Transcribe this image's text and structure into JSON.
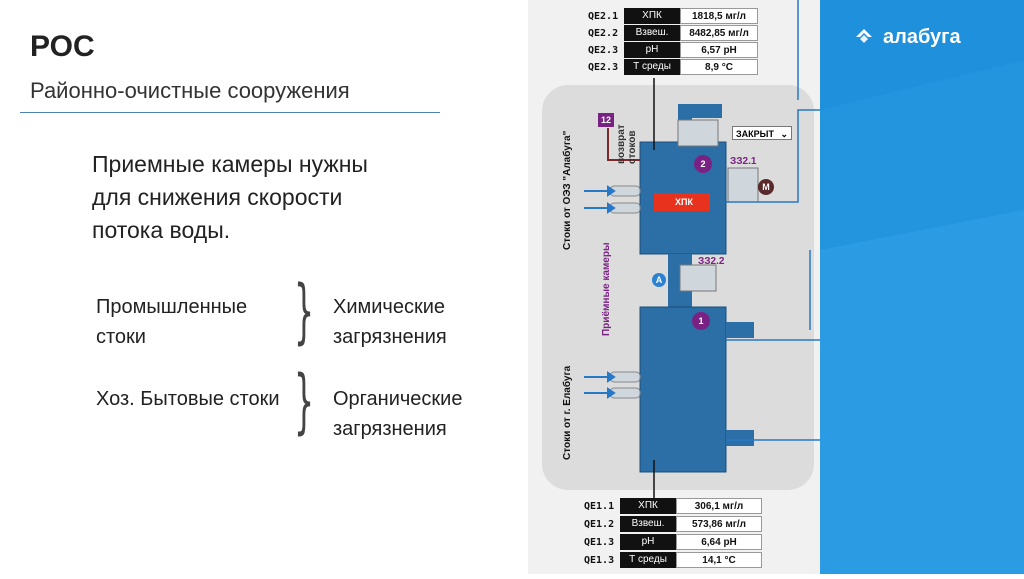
{
  "header": {
    "title": "РОС",
    "subtitle": "Районно-очистные сооружения"
  },
  "intro": "Приемные камеры нужны для снижения скорости потока воды.",
  "pairs": [
    {
      "source": "Промышленные стоки",
      "pollution": "Химические загрязнения"
    },
    {
      "source": "Хоз. Бытовые стоки",
      "pollution": "Органические загрязнения"
    }
  ],
  "logo": {
    "text": "алабуга"
  },
  "scheme": {
    "top_table": [
      {
        "id": "QE2.1",
        "param": "ХПК",
        "value": "1818,5 мг/л"
      },
      {
        "id": "QE2.2",
        "param": "Взвеш.",
        "value": "8482,85 мг/л"
      },
      {
        "id": "QE2.3",
        "param": "pH",
        "value": "6,57 pH"
      },
      {
        "id": "QE2.3",
        "param": "Т среды",
        "value": "8,9 °C"
      }
    ],
    "bottom_table": [
      {
        "id": "QE1.1",
        "param": "ХПК",
        "value": "306,1 мг/л"
      },
      {
        "id": "QE1.2",
        "param": "Взвеш.",
        "value": "573,86 мг/л"
      },
      {
        "id": "QE1.3",
        "param": "pH",
        "value": "6,64 pH"
      },
      {
        "id": "QE1.3",
        "param": "Т среды",
        "value": "14,1 °C"
      }
    ],
    "valve_status": "ЗАКРЫТ",
    "badge_12": "12",
    "return_label": "возврат стоков",
    "chamber_label": "Приёмные камеры",
    "inflow_top": "Стоки от ОЭЗ \"Алабуга\"",
    "inflow_bottom": "Стоки от г. Елабуга",
    "tag_zz1": "ЗЗ2.1",
    "tag_zz2": "ЗЗ2.2",
    "xpk_label": "ХПК",
    "chip_2": "2",
    "chip_1": "1",
    "chip_a": "A",
    "chip_m": "M"
  }
}
